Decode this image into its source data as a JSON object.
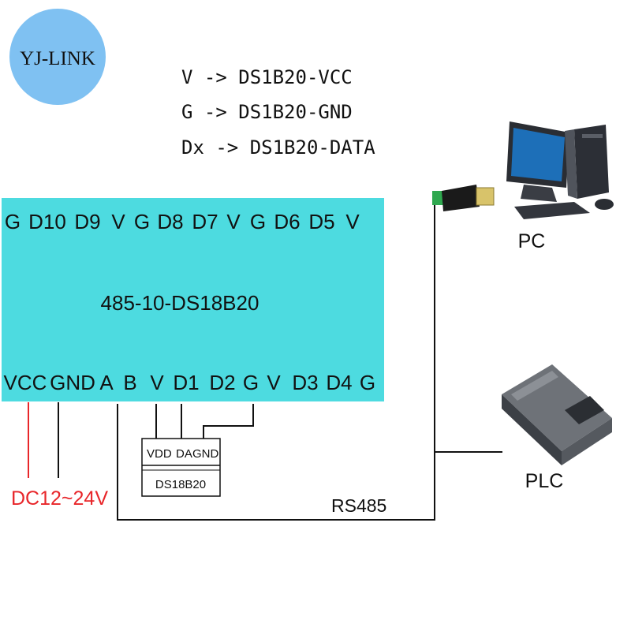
{
  "logo": {
    "text": "YJ-LINK",
    "bg_color": "#7fc1f2"
  },
  "legend": {
    "lines": [
      "V -> DS1B20-VCC",
      "G -> DS1B20-GND",
      "Dx -> DS1B20-DATA"
    ]
  },
  "module": {
    "name": "485-10-DS18B20",
    "color": "#4ddbe0",
    "top_pins": [
      "G",
      "D10",
      "D9",
      "V",
      "G",
      "D8",
      "D7",
      "V",
      "G",
      "D6",
      "D5",
      "V"
    ],
    "bottom_pins": [
      "VCC",
      "GND",
      "A",
      "B",
      "V",
      "D1",
      "D2",
      "G",
      "V",
      "D3",
      "D4",
      "G"
    ]
  },
  "sensor": {
    "pins": [
      "VDD",
      "DA",
      "GND"
    ],
    "name": "DS18B20"
  },
  "power": {
    "label": "DC12~24V",
    "color": "#e8262a"
  },
  "bus": {
    "label": "RS485"
  },
  "devices": {
    "pc_label": "PC",
    "plc_label": "PLC"
  }
}
